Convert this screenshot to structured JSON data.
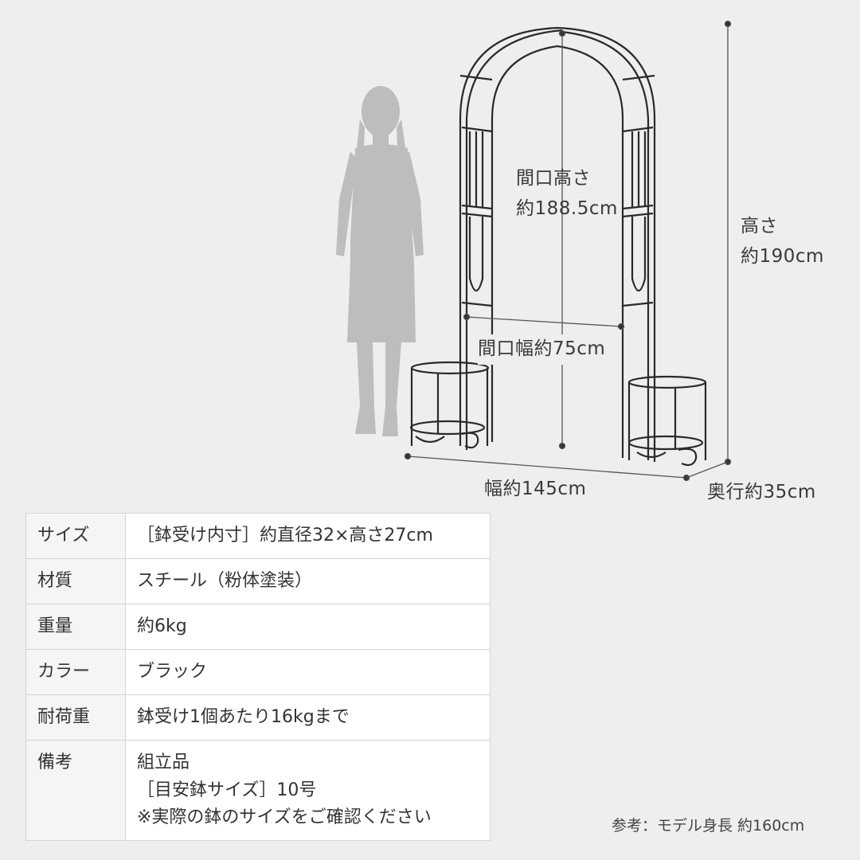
{
  "dimensions": {
    "opening_height_label": "間口高さ",
    "opening_height_value": "約188.5cm",
    "height_label": "高さ",
    "height_value": "約190cm",
    "opening_width": "間口幅約75cm",
    "width": "幅約145cm",
    "depth": "奥行約35cm"
  },
  "specs": [
    {
      "key": "サイズ",
      "value": "［鉢受け内寸］約直径32×高さ27cm"
    },
    {
      "key": "材質",
      "value": "スチール（粉体塗装）"
    },
    {
      "key": "重量",
      "value": "約6kg"
    },
    {
      "key": "カラー",
      "value": "ブラック"
    },
    {
      "key": "耐荷重",
      "value": "鉢受け1個あたり16kgまで"
    }
  ],
  "notes": {
    "key": "備考",
    "lines": [
      "組立品",
      "［目安鉢サイズ］10号",
      "※実際の鉢のサイズをご確認ください"
    ]
  },
  "reference": "参考：モデル身長 約160cm",
  "colors": {
    "background": "#eeeeee",
    "frame": "#2a2a2a",
    "silhouette": "#bdbdbd"
  }
}
